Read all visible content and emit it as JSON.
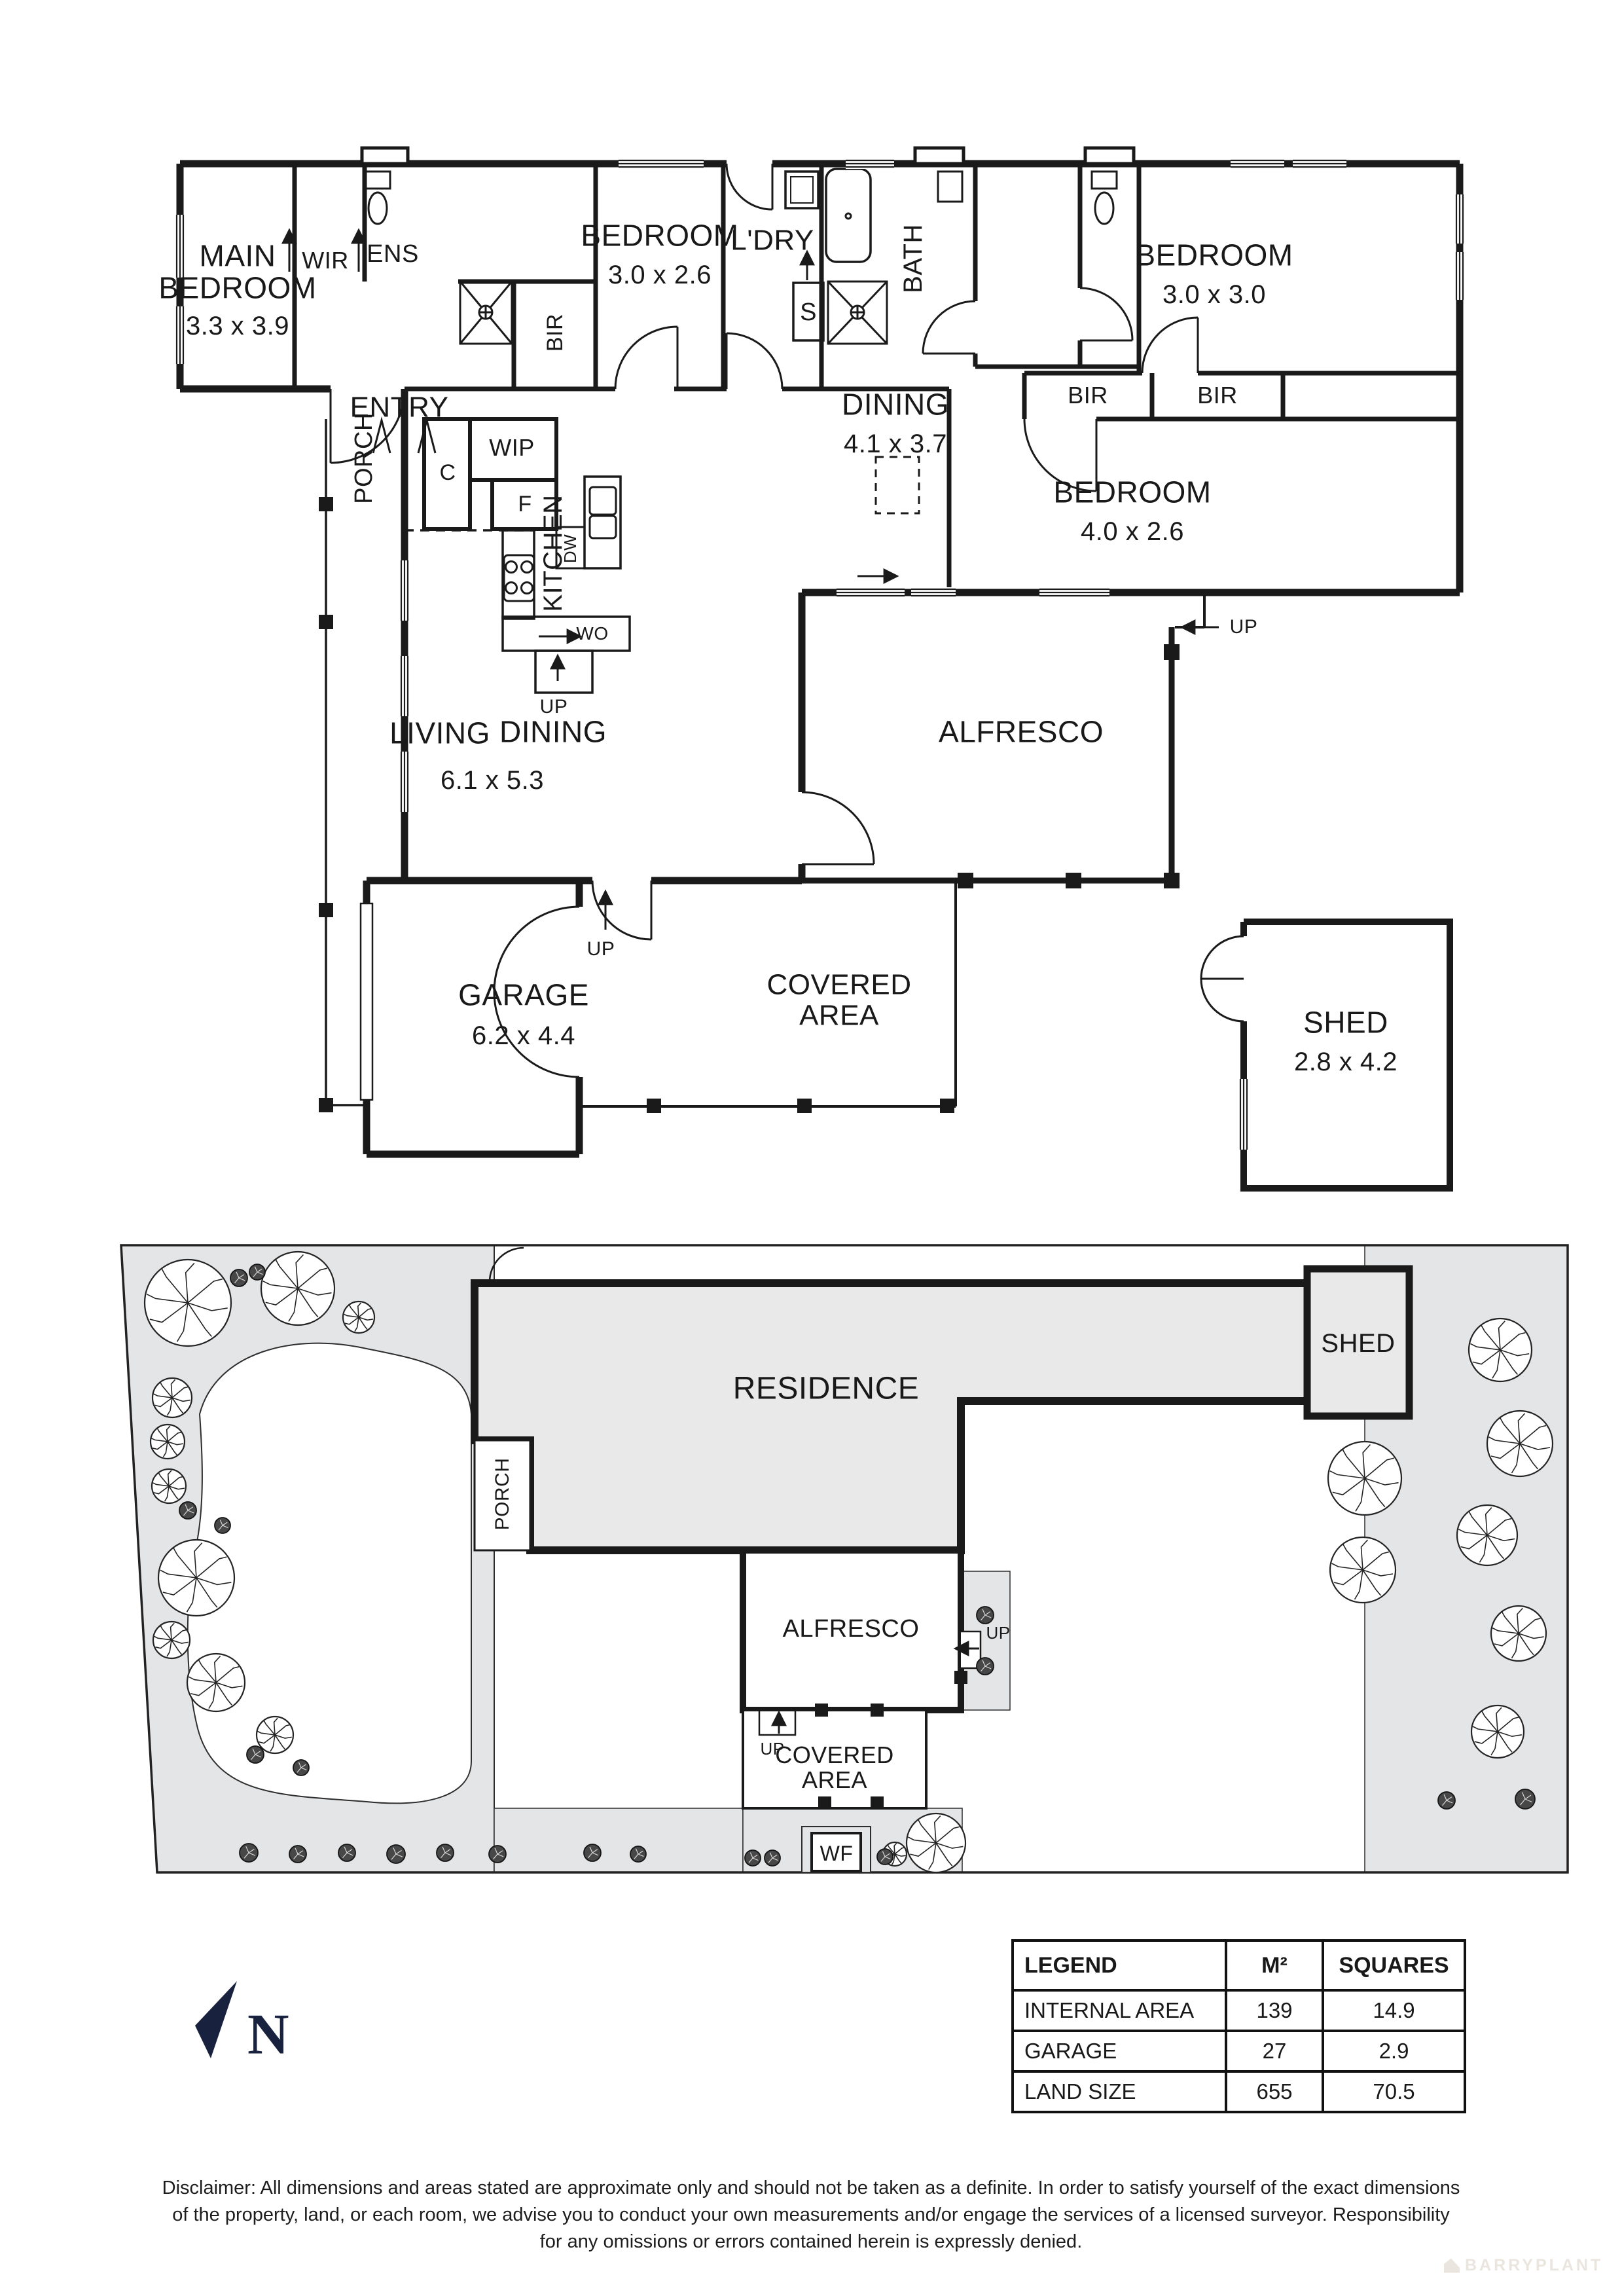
{
  "palette": {
    "wall": "#1a1a1a",
    "site_garden_fill": "#e4e5e7",
    "building_fill": "#e9e9ea",
    "north_color": "#18223f",
    "watermark_color": "#ebe5df"
  },
  "floor_plan": {
    "rooms": {
      "main_bedroom": {
        "name": "MAIN\nBEDROOM",
        "dim": "3.3 x 3.9"
      },
      "wir": "WIR",
      "ens": "ENS",
      "bedroom2": {
        "name": "BEDROOM",
        "dim": "3.0 x 2.6"
      },
      "laundry": "L'DRY",
      "bath": "BATH",
      "bedroom3": {
        "name": "BEDROOM",
        "dim": "3.0 x 3.0"
      },
      "bedroom4": {
        "name": "BEDROOM",
        "dim": "4.0 x 2.6"
      },
      "dining": {
        "name": "DINING",
        "dim": "4.1 x 3.7"
      },
      "entry": "ENTRY",
      "porch": "PORCH",
      "kitchen": "KITCHEN",
      "living": "LIVING",
      "living_dining": "DINING",
      "living_dim": "6.1 x 5.3",
      "alfresco": "ALFRESCO",
      "garage": {
        "name": "GARAGE",
        "dim": "6.2 x 4.4"
      },
      "covered_area": "COVERED\nAREA",
      "shed": {
        "name": "SHED",
        "dim": "2.8 x 4.2"
      }
    },
    "fixtures": {
      "bir": "BIR",
      "wip": "WIP",
      "cupboard": "C",
      "fridge": "F",
      "dishwasher": "DW",
      "wall_oven": "WO",
      "store": "S",
      "up": "UP"
    }
  },
  "site_plan": {
    "residence": "RESIDENCE",
    "porch": "PORCH",
    "alfresco": "ALFRESCO",
    "covered_area": "COVERED\nAREA",
    "water_feature": "WF",
    "shed": "SHED",
    "up": "UP"
  },
  "north_indicator": {
    "label": "N"
  },
  "legend": {
    "headers": [
      "LEGEND",
      "M²",
      "SQUARES"
    ],
    "rows": [
      {
        "label": "INTERNAL AREA",
        "m2": "139",
        "squares": "14.9"
      },
      {
        "label": "GARAGE",
        "m2": "27",
        "squares": "2.9"
      },
      {
        "label": "LAND SIZE",
        "m2": "655",
        "squares": "70.5"
      }
    ]
  },
  "disclaimer": "Disclaimer: All dimensions and areas stated are approximate only and should not be taken as a definite. In order to satisfy yourself of the exact dimensions\nof the property, land, or each room, we advise you to conduct your own measurements and/or engage the services of a licensed surveyor. Responsibility\nfor any omissions or errors contained herein is expressly denied.",
  "watermark": {
    "text": "BARRYPLANT"
  }
}
